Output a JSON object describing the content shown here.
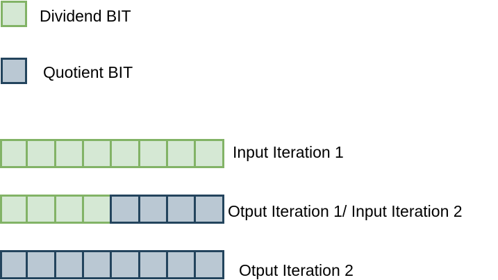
{
  "colors": {
    "dividend_fill": "#d5e8d4",
    "dividend_stroke": "#82b366",
    "quotient_fill": "#bac8d3",
    "quotient_stroke": "#23445d"
  },
  "legend": {
    "dividend_label": "Dividend BIT",
    "quotient_label": "Quotient BIT"
  },
  "rows": [
    {
      "label": "Input Iteration 1",
      "bits": [
        "dividend",
        "dividend",
        "dividend",
        "dividend",
        "dividend",
        "dividend",
        "dividend",
        "dividend"
      ]
    },
    {
      "label": "Otput Iteration 1/ Input Iteration 2",
      "bits": [
        "dividend",
        "dividend",
        "dividend",
        "dividend",
        "quotient",
        "quotient",
        "quotient",
        "quotient"
      ]
    },
    {
      "label": "Otput Iteration 2",
      "bits": [
        "quotient",
        "quotient",
        "quotient",
        "quotient",
        "quotient",
        "quotient",
        "quotient",
        "quotient"
      ]
    }
  ]
}
